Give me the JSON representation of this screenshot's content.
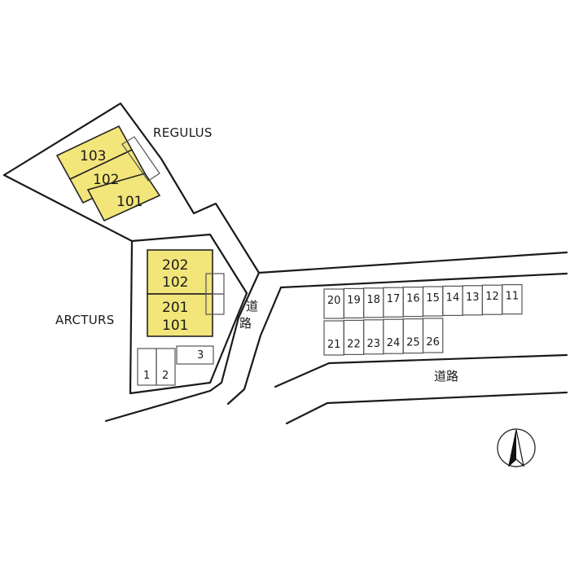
{
  "buildings": {
    "regulus": {
      "name": "REGULUS",
      "units": [
        "103",
        "102",
        "101"
      ]
    },
    "arcturs": {
      "name": "ARCTURS",
      "units": [
        "202",
        "102",
        "201",
        "101"
      ]
    }
  },
  "parking": {
    "lot_a": [
      "1",
      "2",
      "3"
    ],
    "lot_b_top": [
      "20",
      "19",
      "18",
      "17",
      "16",
      "15",
      "14",
      "13",
      "12",
      "11"
    ],
    "lot_b_bottom": [
      "21",
      "22",
      "23",
      "24",
      "25",
      "26"
    ]
  },
  "roads": {
    "vertical_label": [
      "道",
      "路"
    ],
    "horizontal_label": "道路"
  },
  "compass": {
    "icon": "north-arrow-icon"
  }
}
